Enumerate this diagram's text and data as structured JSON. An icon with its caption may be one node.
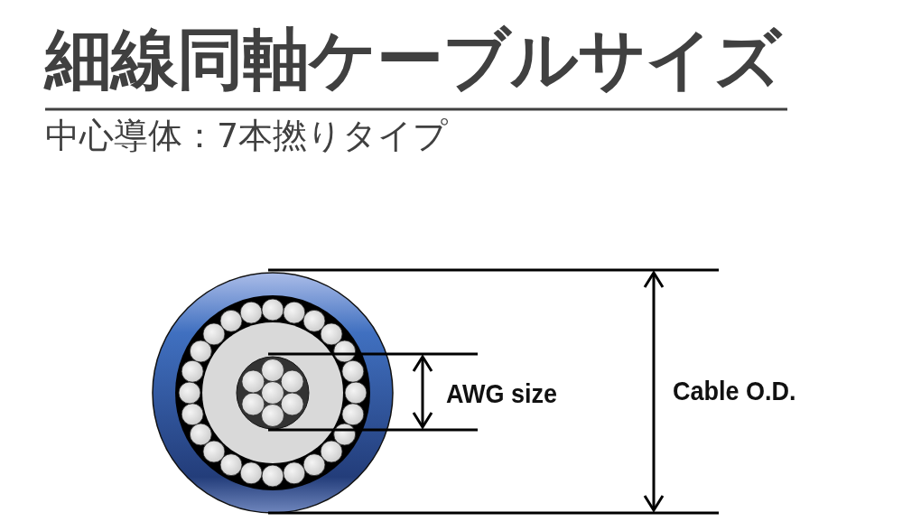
{
  "diagram": {
    "title": "細線同軸ケーブルサイズ",
    "labels": [
      "中心導体：7本撚りタイプ",
      "AWG size",
      "Cable O.D."
    ]
  }
}
